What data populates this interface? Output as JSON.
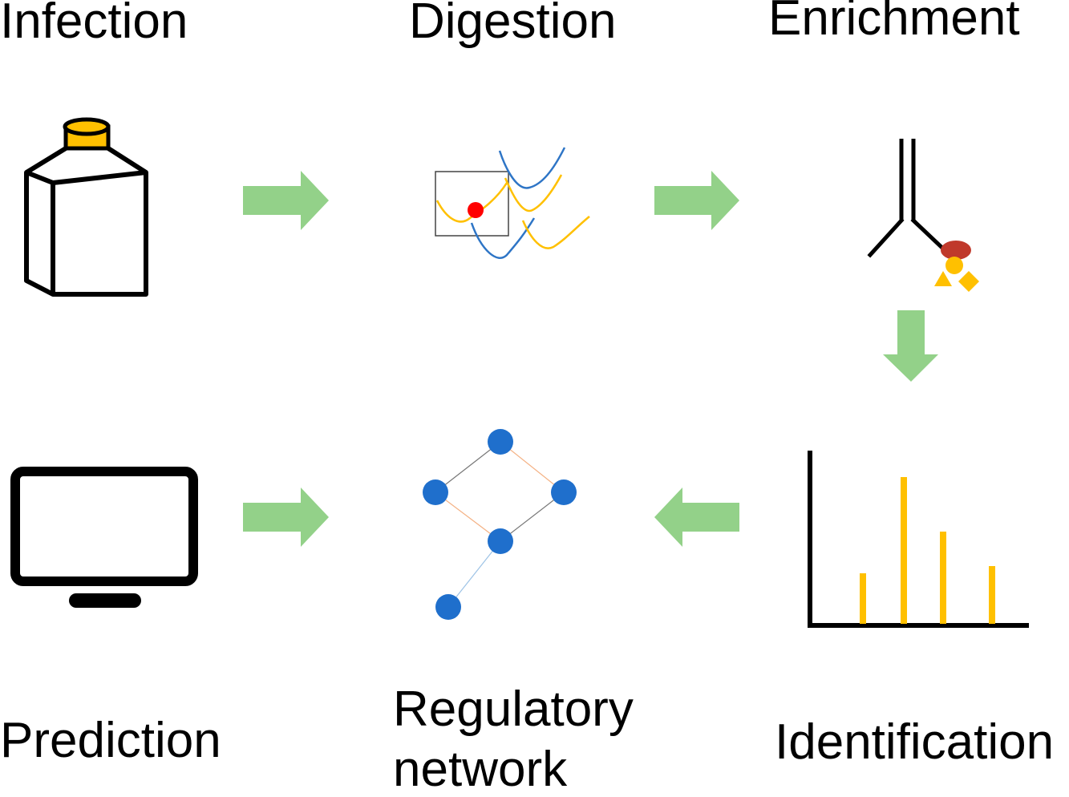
{
  "steps": {
    "infection": "Infection",
    "digestion": "Digestion",
    "enrichment": "Enrichment",
    "identification": "Identification",
    "regulatory_network_line1": "Regulatory",
    "regulatory_network_line2": "network",
    "prediction": "Prediction"
  },
  "colors": {
    "arrow": "#93d189",
    "gold": "#ffc000",
    "blue": "#2e75c6",
    "network_node": "#1f6fcc",
    "red": "#ff0000",
    "antigen_red": "#c0392b",
    "outline": "#000000"
  },
  "icons": {
    "infection": "culture-flask-icon",
    "digestion": "peptide-digestion-icon",
    "enrichment": "antibody-enrichment-icon",
    "identification": "mass-spectrum-icon",
    "regulatory_network": "network-graph-icon",
    "prediction": "computer-monitor-icon"
  }
}
